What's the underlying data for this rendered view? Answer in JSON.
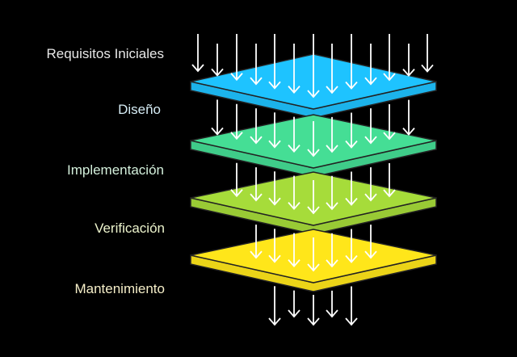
{
  "title": "",
  "stages": [
    {
      "label": "Requisitos Iniciales",
      "label_color": "#e8e8e8",
      "layer_color": "#1ec3ff"
    },
    {
      "label": "Diseño",
      "label_color": "#d6ecf5",
      "layer_color": "#45de95"
    },
    {
      "label": "Implementación",
      "label_color": "#d4f0dc",
      "layer_color": "#a6dc3a"
    },
    {
      "label": "Verificación",
      "label_color": "#ecf3cc",
      "layer_color": "#ffe61a"
    },
    {
      "label": "Mantenimiento",
      "label_color": "#f5eec8"
    }
  ],
  "arrow_color": "#ffffff",
  "edge_color": "#222222"
}
